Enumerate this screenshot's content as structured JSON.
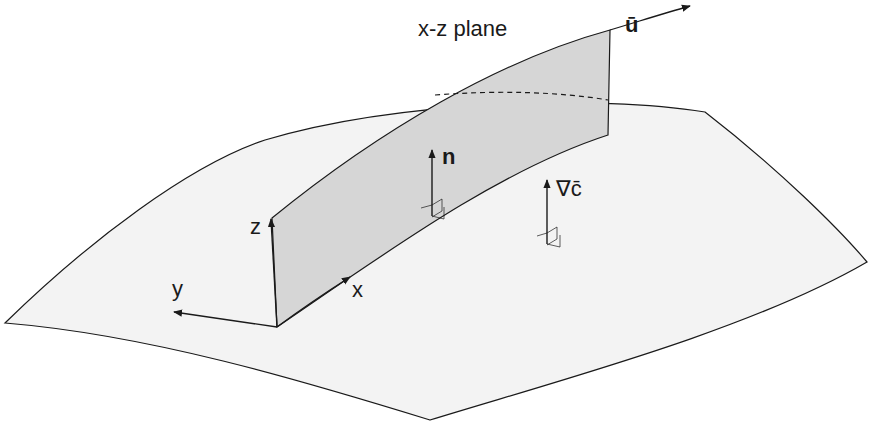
{
  "diagram": {
    "labels": [
      "x-z plane",
      "ū",
      "n",
      "∇c̄",
      "z",
      "y",
      "x"
    ]
  }
}
